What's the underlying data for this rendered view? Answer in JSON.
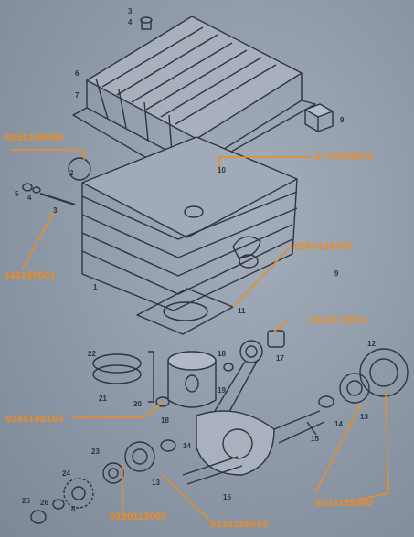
{
  "part_numbers": {
    "p0250190000": "0250190000",
    "p1736058000": "1736058000",
    "p240165001": "240165001",
    "p0250126402": "0250126402",
    "p0232172001": "0232172001",
    "p0245108100": "0245108100",
    "p0230113000": "0230113000",
    "p0232126003": "0232126003",
    "p0232113000": "0232113000"
  },
  "callouts": {
    "c1": "1",
    "c2": "2",
    "c3": "3",
    "c4": "4",
    "c5": "5",
    "c6": "6",
    "c7": "7",
    "c8": "8",
    "c9a": "9",
    "c9b": "9",
    "c10": "10",
    "c11": "11",
    "c12": "12",
    "c13a": "13",
    "c13b": "13",
    "c14a": "14",
    "c14b": "14",
    "c15": "15",
    "c16": "16",
    "c17": "17",
    "c18a": "18",
    "c18b": "18",
    "c19": "19",
    "c20": "20",
    "c21": "21",
    "c22": "22",
    "c23": "23",
    "c24": "24",
    "c25": "25",
    "c26": "26"
  },
  "colors": {
    "label": "#f08c1e",
    "line": "#f08c1e",
    "drawing": "#2e3440"
  }
}
